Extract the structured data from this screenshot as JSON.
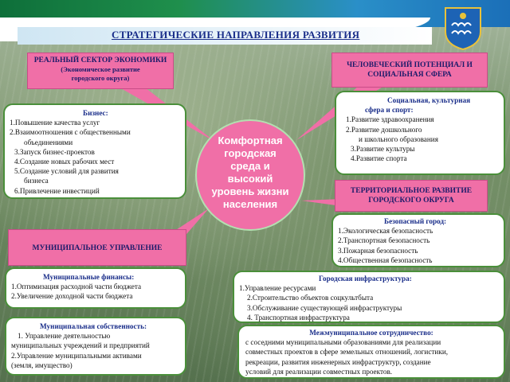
{
  "title": "СТРАТЕГИЧЕСКИЕ НАПРАВЛЕНИЯ РАЗВИТИЯ",
  "center": {
    "lines": [
      "Комфортная",
      "городская",
      "среда и",
      "высокий",
      "уровень жизни",
      "населения"
    ]
  },
  "sectors": {
    "economy": {
      "title": "РЕАЛЬНЫЙ СЕКТОР ЭКОНОМИКИ",
      "sub1": "(Экономическое развитие",
      "sub2": "городского округа)"
    },
    "human": {
      "title1": "ЧЕЛОВЕЧЕСКИЙ ПОТЕНЦИАЛ И",
      "title2": "СОЦИАЛЬНАЯ СФЕРА"
    },
    "territorial": {
      "title1": "ТЕРРИТОРИАЛЬНОЕ РАЗВИТИЕ",
      "title2": "ГОРОДСКОГО ОКРУГА"
    },
    "municipal": {
      "title": "МУНИЦИПАЛЬНОЕ УПРАВЛЕНИЕ"
    }
  },
  "business": {
    "heading": "Бизнес:",
    "items": [
      "1.Повышение качества услуг",
      "2.Взаимоотношения с общественными",
      "объединениями",
      "3.Запуск бизнес-проектов",
      "4.Создание новых рабочих мест",
      "5.Создание условий для развития",
      "бизнеса",
      "6.Привлечение инвестиций"
    ]
  },
  "social": {
    "heading1": "Социальная, культурная",
    "heading2": "сфера и спорт:",
    "items": [
      "1.Развитие здравоохранения",
      "2.Развитие дошкольного",
      "и школьного образования",
      "3.Развитие культуры",
      "4.Развитие спорта"
    ]
  },
  "safe_city": {
    "heading": "Безопасный город:",
    "items": [
      "1.Экологическая безопасность",
      "2.Транспортная безопасность",
      "3.Пожарная безопасность",
      "4.Общественная безопасность"
    ]
  },
  "finance": {
    "heading": "Муниципальные финансы:",
    "items": [
      "1.Оптимизация расходной части бюджета",
      "2.Увеличение доходной части бюджета"
    ]
  },
  "infrastructure": {
    "heading": "Городская инфраструктура:",
    "items": [
      "1.Управление ресурсами",
      "2.Строительство объектов соцкультбыта",
      "3.Обслуживание существующей инфраструктуры",
      "4. Транспортная инфраструктура"
    ]
  },
  "property": {
    "heading": "Муниципальная собственность:",
    "items": [
      "1. Управление деятельностью",
      "муниципальных учреждений и предприятий",
      "2.Управление муниципальными активами",
      "(земля, имущество)"
    ]
  },
  "intermunicipal": {
    "heading": "Межмуниципальное сотрудничество:",
    "lines": [
      "с соседними муниципальными образованиями для реализации",
      "совместных проектов в сфере земельных отношений, логистики,",
      "рекреации, развития инженерных инфраструктур, создание",
      "условий для реализации совместных проектов."
    ]
  },
  "colors": {
    "pink": "#f06fa7",
    "card_border": "#4a8f3a",
    "heading_blue": "#1a2e8a"
  }
}
